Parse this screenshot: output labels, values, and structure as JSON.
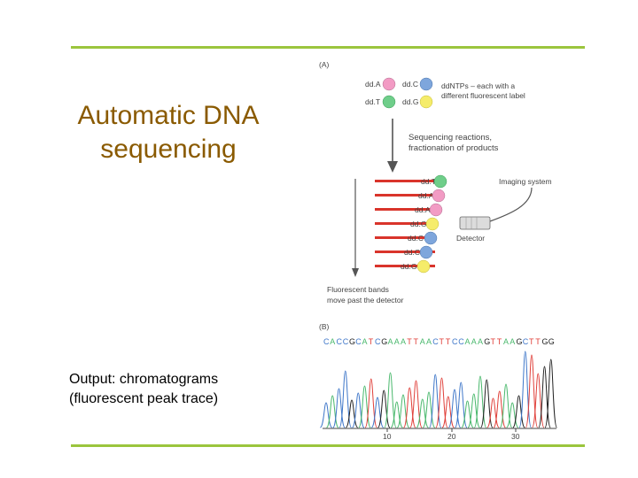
{
  "title_line1": "Automatic DNA",
  "title_line2": "sequencing",
  "output_line1": "Output: chromatograms",
  "output_line2": "(fluorescent peak trace)",
  "colors": {
    "rule": "#9bc53d",
    "title": "#8a5a00",
    "A": "#49b86c",
    "C": "#3f77c9",
    "G": "#222222",
    "T": "#e0403a"
  },
  "figure": {
    "label_a": "(A)",
    "label_b": "(B)",
    "ddntp_legend": [
      {
        "label": "dd.A",
        "color": "#f29bc4"
      },
      {
        "label": "dd.C",
        "color": "#7ea6dc"
      },
      {
        "label": "dd.T",
        "color": "#6fce8a"
      },
      {
        "label": "dd.G",
        "color": "#f5ec6a"
      }
    ],
    "ddntp_note_line1": "ddNTPs – each with a",
    "ddntp_note_line2": "different fluorescent label",
    "step_line1": "Sequencing reactions,",
    "step_line2": "fractionation of products",
    "bands": [
      {
        "label": "dd.T",
        "color": "#6fce8a"
      },
      {
        "label": "dd.A",
        "color": "#f29bc4"
      },
      {
        "label": "dd.A",
        "color": "#f29bc4"
      },
      {
        "label": "dd.G",
        "color": "#f5ec6a"
      },
      {
        "label": "dd.C",
        "color": "#7ea6dc"
      },
      {
        "label": "dd.C",
        "color": "#7ea6dc"
      },
      {
        "label": "dd.G",
        "color": "#f5ec6a"
      }
    ],
    "imaging_label": "Imaging system",
    "detector_label": "Detector",
    "bands_note_line1": "Fluorescent bands",
    "bands_note_line2": "move past the detector",
    "sequence": "CACCGCATCGAAATTAACTTCCAAAGTTAAGCTTGG",
    "axis_ticks": [
      "10",
      "20",
      "30"
    ]
  }
}
